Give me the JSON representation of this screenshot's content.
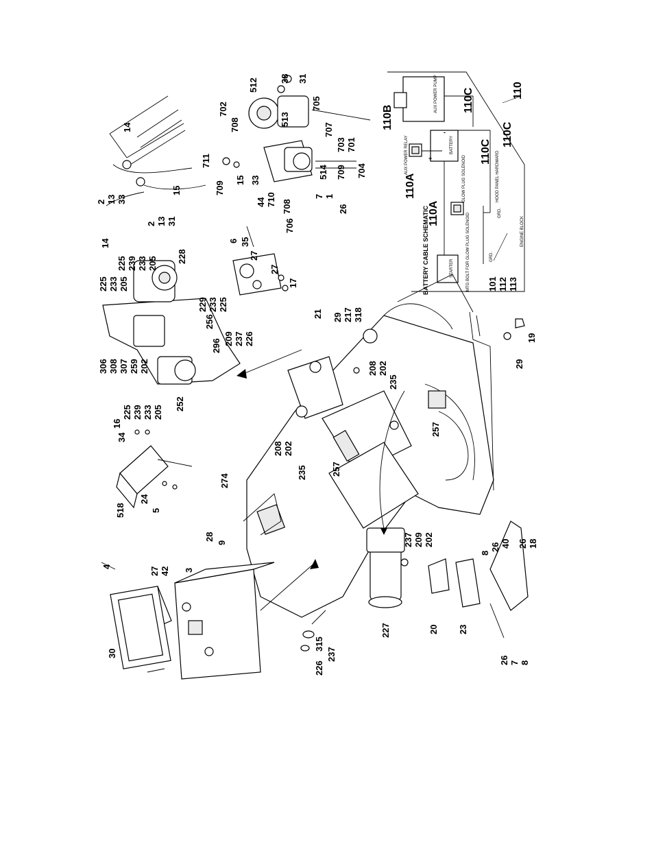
{
  "schematic": {
    "title": "BATTERY CABLE SCHEMATIC",
    "components": {
      "starter": "STARTER",
      "glow_plug_solenoid": "GLOW PLUG SOLENOID",
      "mtg_bolt": "MTG BOLT FOR GLOW PLUG SOLENOID",
      "aux_power_relay": "AUX POWER RELAY",
      "battery": "BATTERY",
      "aux_power_pump": "AUX POWER PUMP",
      "hood_panel": "HOOD PANEL HARDWARD",
      "engine_block": "ENGINE BLOCK",
      "grd1": "GRD.",
      "grd2": "GRD."
    },
    "signs": {
      "plus": "+",
      "minus": "-"
    },
    "callouts": {
      "c110": "110",
      "c110a_1": "110A",
      "c110a_2": "110A",
      "c110b": "110B",
      "c110c_1": "110C",
      "c110c_2": "110C",
      "c110c_3": "110C",
      "c101": "101",
      "c112": "112",
      "c113": "113"
    }
  },
  "callouts": {
    "p4": "4",
    "p27a": "27",
    "p42": "42",
    "p30": "30",
    "p3": "3",
    "p28": "28",
    "p9": "9",
    "p518": "518",
    "p24": "24",
    "p5": "5",
    "p16": "16",
    "p34": "34",
    "p274": "274",
    "p208a": "208",
    "p202a": "202",
    "p235a": "235",
    "p257a": "257",
    "p225a": "225",
    "p239a": "239",
    "p233a": "233",
    "p205a": "205",
    "p252": "252",
    "p306": "306",
    "p308": "308",
    "p307": "307",
    "p259": "259",
    "p202b": "202",
    "p225b": "225",
    "p233b": "233",
    "p205b": "205",
    "p225c": "225",
    "p239c": "239",
    "p233c": "233",
    "p205c": "205",
    "p228": "228",
    "p229": "229",
    "p233d": "233",
    "p225d": "225",
    "p256": "256",
    "p296": "296",
    "p209a": "209",
    "p237a": "237",
    "p226a": "226",
    "p6": "6",
    "p27b": "27",
    "p35": "35",
    "p27c": "27",
    "p17": "17",
    "p14a": "14",
    "p2a": "2",
    "p13a": "13",
    "p33a": "33",
    "p2b": "2",
    "p13b": "13",
    "p31a": "31",
    "p15a": "15",
    "p14b": "14",
    "p711": "711",
    "p709a": "709",
    "p15b": "15",
    "p33b": "33",
    "p702": "702",
    "p708a": "708",
    "p512": "512",
    "p38": "38",
    "p31b": "31",
    "p705": "705",
    "p513": "513",
    "p707": "707",
    "p703": "703",
    "p701": "701",
    "p704": "704",
    "p709b": "709",
    "p514": "514",
    "p44": "44",
    "p710": "710",
    "p708b": "708",
    "p706": "706",
    "p7a": "7",
    "p1": "1",
    "p26a": "26",
    "p21": "21",
    "p29a": "29",
    "p217": "217",
    "p318": "318",
    "p208b": "208",
    "p202c": "202",
    "p235b": "235",
    "p257b": "257",
    "p29b": "29",
    "p19": "19",
    "p237b": "237",
    "p209b": "209",
    "p202d": "202",
    "p227": "227",
    "p8a": "8",
    "p26b": "26",
    "p40": "40",
    "p26c": "26",
    "p18": "18",
    "p20": "20",
    "p23": "23",
    "p26d": "26",
    "p7b": "7",
    "p8b": "8",
    "p315": "315",
    "p237c": "237",
    "p226b": "226"
  }
}
